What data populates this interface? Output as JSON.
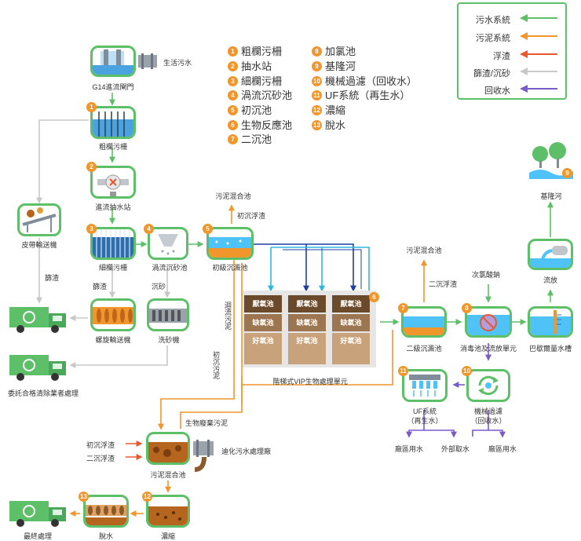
{
  "legend_list": [
    {
      "num": "1",
      "text": "粗欄污柵"
    },
    {
      "num": "2",
      "text": "抽水站"
    },
    {
      "num": "3",
      "text": "細欄污柵"
    },
    {
      "num": "4",
      "text": "渦流沉砂池"
    },
    {
      "num": "5",
      "text": "初沉池"
    },
    {
      "num": "6",
      "text": "生物反應池"
    },
    {
      "num": "7",
      "text": "二沉池"
    },
    {
      "num": "8",
      "text": "加氯池"
    },
    {
      "num": "9",
      "text": "基隆河"
    },
    {
      "num": "10",
      "text": "機械過濾（回收水）"
    },
    {
      "num": "11",
      "text": "UF系統（再生水）"
    },
    {
      "num": "12",
      "text": "濃縮"
    },
    {
      "num": "13",
      "text": "脫水"
    }
  ],
  "line_legend": [
    {
      "label": "污水系統",
      "color": "#5dbf68"
    },
    {
      "label": "污泥系統",
      "color": "#f0962d"
    },
    {
      "label": "浮渣",
      "color": "#e8582f"
    },
    {
      "label": "篩渣/沉砂",
      "color": "#c8c8c8"
    },
    {
      "label": "回收水",
      "color": "#7a5cc9"
    }
  ],
  "nodes": {
    "sewage_in": "生活污水",
    "gate": "G14進流閘門",
    "coarse_screen": "粗欄污柵",
    "pump": "進流抽水站",
    "fine_screen": "細欄污柵",
    "grit": "渦流沉砂池",
    "primary": "初級沉澱池",
    "belt": "皮帶輸送機",
    "screw": "螺旋輸送機",
    "sand_wash": "洗砂機",
    "vip": "階梯式VIP生物處理單元",
    "secondary": "二級沉澱池",
    "disinfect": "消毒池及流放單元",
    "parshall": "巴歇爾量水槽",
    "mech_filter": "機械過濾\n（回收水）",
    "uf": "UF系統\n（再生水）",
    "sludge_mix": "污泥混合池",
    "dihua": "迪化污水處理廠",
    "thicken": "濃縮",
    "dewater": "脫水",
    "final": "最終處理",
    "contractor": "委託合格清除業者處理",
    "river": "基隆河",
    "discharge": "流放"
  },
  "vip_labels": {
    "anaerobic": "厭氧池",
    "anoxic": "缺氧池",
    "aerobic": "好氧池"
  },
  "flow_labels": {
    "screenings": "篩渣",
    "screenings2": "篩渣",
    "grit_sand": "沉砂",
    "sludge_mix_top1": "污泥混合池",
    "sludge_mix_top2": "污泥混合池",
    "primary_scum": "初沉浮渣",
    "secondary_scum": "二沉浮渣",
    "return_sludge": "迴流污泥",
    "primary_sludge": "初沉污泥",
    "bio_waste": "生物廢棄污泥",
    "hypochlorite": "次氯酸鈉",
    "scum_in1": "初沉浮渣",
    "scum_in2": "二沉浮渣",
    "plant_water1": "廠區用水",
    "external_water": "外部取水",
    "plant_water2": "廠區用水"
  }
}
